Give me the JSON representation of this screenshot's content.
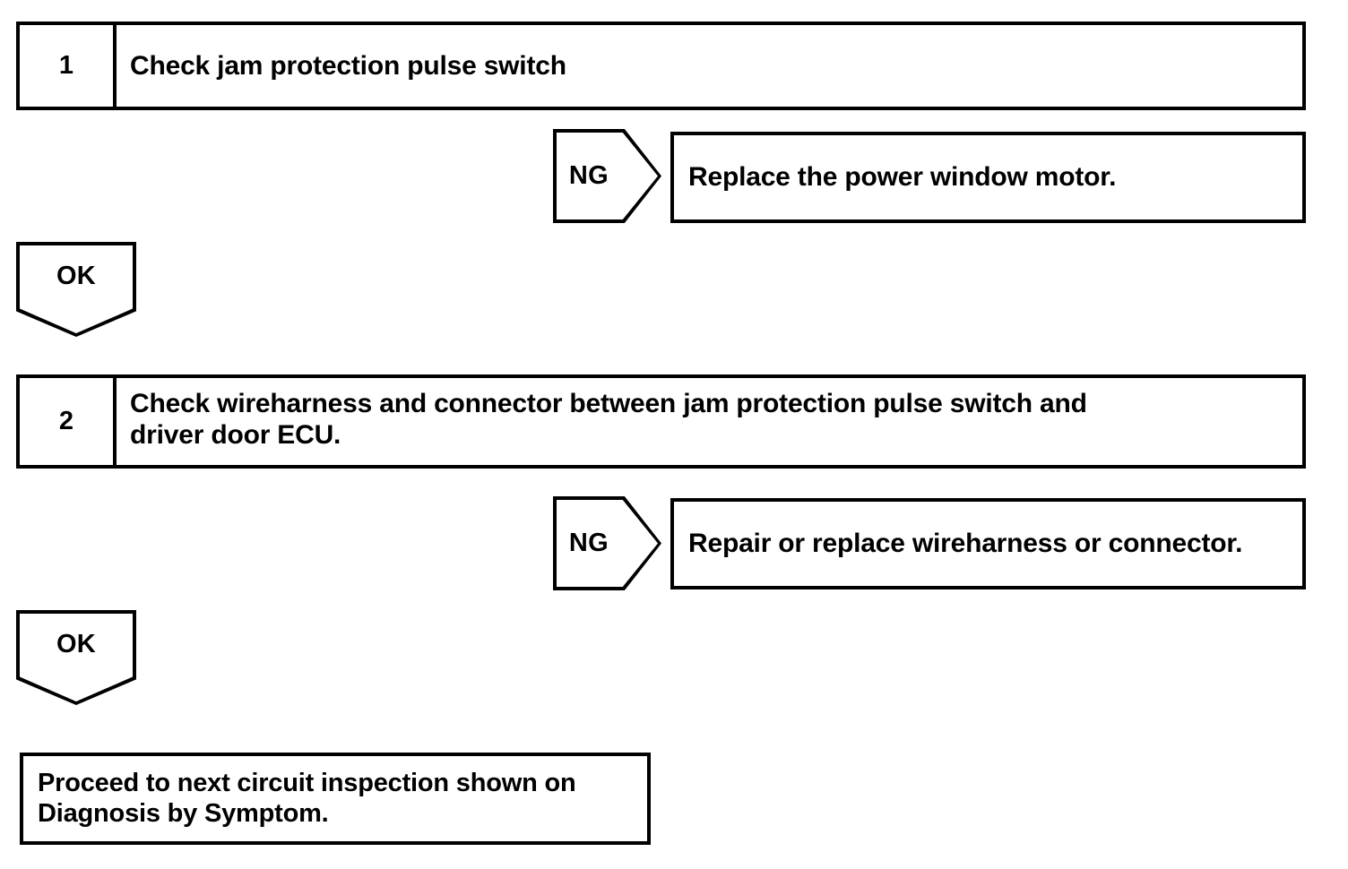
{
  "diagram": {
    "type": "troubleshooting-flowchart",
    "line_color": "#000000",
    "background_color": "#ffffff",
    "steps": [
      {
        "number": "1",
        "text": "Check jam protection pulse switch",
        "branch": {
          "label": "NG",
          "result": "Replace the power window motor."
        },
        "pass": {
          "label": "OK"
        }
      },
      {
        "number": "2",
        "line1": "Check wireharness and connector between jam protection pulse switch and",
        "line2": "driver door ECU.",
        "branch": {
          "label": "NG",
          "result": "Repair or replace wireharness or connector."
        },
        "pass": {
          "label": "OK"
        }
      }
    ],
    "terminal": {
      "line1": "Proceed to next circuit inspection shown on",
      "line2": "Diagnosis by Symptom."
    }
  }
}
